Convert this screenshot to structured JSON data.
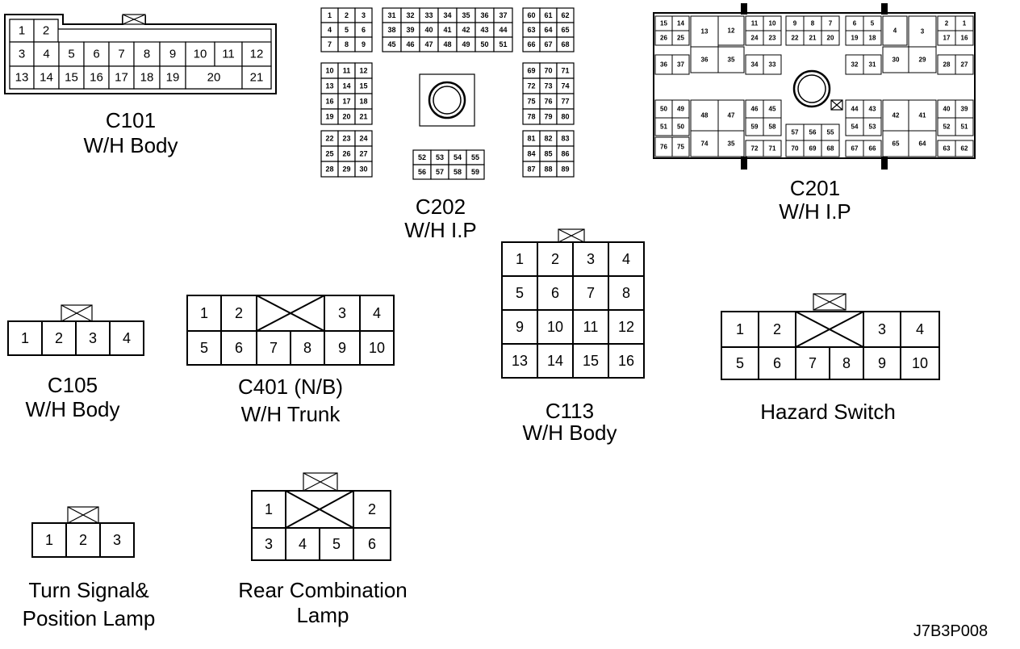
{
  "connectors": {
    "c101": {
      "name": "C101",
      "harness": "W/H Body",
      "row1": [
        "1",
        "2"
      ],
      "row2": [
        "3",
        "4",
        "5",
        "6",
        "7",
        "8",
        "9",
        "10",
        "11",
        "12"
      ],
      "row3": [
        "13",
        "14",
        "15",
        "16",
        "17",
        "18",
        "19",
        "20",
        "21"
      ]
    },
    "c202": {
      "name": "C202",
      "harness": "W/H I.P",
      "blockA": [
        "1",
        "2",
        "3",
        "4",
        "5",
        "6",
        "7",
        "8",
        "9"
      ],
      "blockB": [
        "31",
        "32",
        "33",
        "34",
        "35",
        "36",
        "37",
        "38",
        "39",
        "40",
        "41",
        "42",
        "43",
        "44",
        "45",
        "46",
        "47",
        "48",
        "49",
        "50",
        "51"
      ],
      "blockC": [
        "60",
        "61",
        "62",
        "63",
        "64",
        "65",
        "66",
        "67",
        "68"
      ],
      "blockD": [
        "10",
        "11",
        "12",
        "13",
        "14",
        "15",
        "16",
        "17",
        "18",
        "19",
        "20",
        "21"
      ],
      "blockE": [
        "69",
        "70",
        "71",
        "72",
        "73",
        "74",
        "75",
        "76",
        "77",
        "78",
        "79",
        "80"
      ],
      "blockF": [
        "22",
        "23",
        "24",
        "25",
        "26",
        "27",
        "28",
        "29",
        "30"
      ],
      "blockG": [
        "52",
        "53",
        "54",
        "55",
        "56",
        "57",
        "58",
        "59"
      ],
      "blockH": [
        "81",
        "82",
        "83",
        "84",
        "85",
        "86",
        "87",
        "88",
        "89"
      ]
    },
    "c201": {
      "name": "C201",
      "harness": "W/H I.P",
      "topLeft": [
        "15",
        "14",
        "26",
        "25"
      ],
      "top13": "13",
      "top12": "12",
      "topMid1": [
        "11",
        "10",
        "24",
        "23"
      ],
      "topMid2": [
        "9",
        "8",
        "7",
        "22",
        "21",
        "20"
      ],
      "topMid3": [
        "6",
        "5",
        "19",
        "18"
      ],
      "top4": "4",
      "top3": "3",
      "topRight": [
        "2",
        "1",
        "17",
        "16"
      ],
      "upper2": [
        "36",
        "37",
        "36",
        "35",
        "34",
        "33",
        "32",
        "31",
        "30",
        "29",
        "28",
        "27"
      ],
      "lowLeft": [
        "50",
        "49",
        "51",
        "50",
        "76",
        "75"
      ],
      "low48": "48",
      "low74": "74",
      "low47": "47",
      "low35": "35",
      "lowMidL": [
        "46",
        "45",
        "59",
        "58",
        "72",
        "71"
      ],
      "lowCenter": [
        "57",
        "56",
        "55",
        "70",
        "69",
        "68"
      ],
      "lowMidR": [
        "44",
        "43",
        "54",
        "53",
        "67",
        "66"
      ],
      "low42": "42",
      "low65": "65",
      "low41": "41",
      "low64": "64",
      "lowRight": [
        "40",
        "39",
        "52",
        "51",
        "63",
        "62"
      ]
    },
    "c105": {
      "name": "C105",
      "harness": "W/H Body",
      "pins": [
        "1",
        "2",
        "3",
        "4"
      ]
    },
    "c401": {
      "name": "C401 (N/B)",
      "harness": "W/H Trunk",
      "top": [
        "1",
        "2",
        "3",
        "4"
      ],
      "bottom": [
        "5",
        "6",
        "7",
        "8",
        "9",
        "10"
      ]
    },
    "c113": {
      "name": "C113",
      "harness": "W/H Body",
      "pins": [
        "1",
        "2",
        "3",
        "4",
        "5",
        "6",
        "7",
        "8",
        "9",
        "10",
        "11",
        "12",
        "13",
        "14",
        "15",
        "16"
      ]
    },
    "hazard": {
      "name": "Hazard Switch",
      "top": [
        "1",
        "2",
        "3",
        "4"
      ],
      "bottom": [
        "5",
        "6",
        "7",
        "8",
        "9",
        "10"
      ]
    },
    "turn": {
      "line1": "Turn Signal&",
      "line2": "Position Lamp",
      "pins": [
        "1",
        "2",
        "3"
      ]
    },
    "rear": {
      "line1": "Rear Combination",
      "line2": "Lamp",
      "top": [
        "1",
        "2"
      ],
      "bottom": [
        "3",
        "4",
        "5",
        "6"
      ]
    }
  },
  "reference_code": "J7B3P008"
}
